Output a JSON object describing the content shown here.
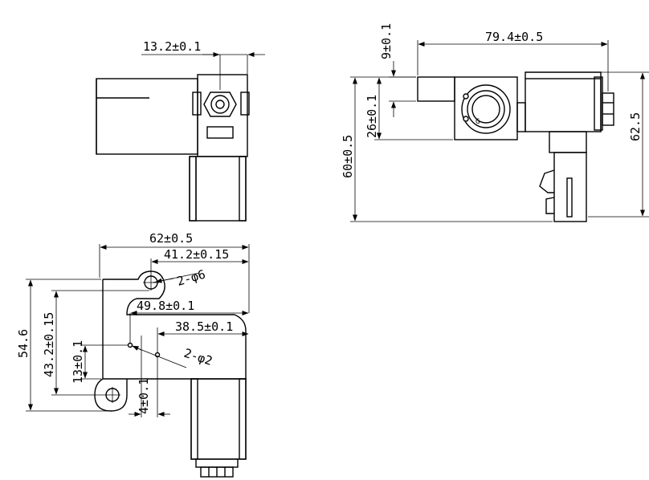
{
  "top_view": {
    "dim_13_2": "13.2±0.1"
  },
  "side_view": {
    "dim_79_4": "79.4±0.5",
    "dim_9": "9±0.1",
    "dim_26": "26±0.1",
    "dim_60": "60±0.5",
    "dim_62_5": "62.5"
  },
  "front_view": {
    "dim_62": "62±0.5",
    "dim_41_2": "41.2±0.15",
    "hole_large": "2-φ6",
    "dim_49_8": "49.8±0.1",
    "dim_38_5": "38.5±0.1",
    "hole_small": "2-φ2",
    "dim_54_6": "54.6",
    "dim_43_2": "43.2±0.15",
    "dim_13": "13±0.1",
    "dim_4": "4±0.1"
  }
}
